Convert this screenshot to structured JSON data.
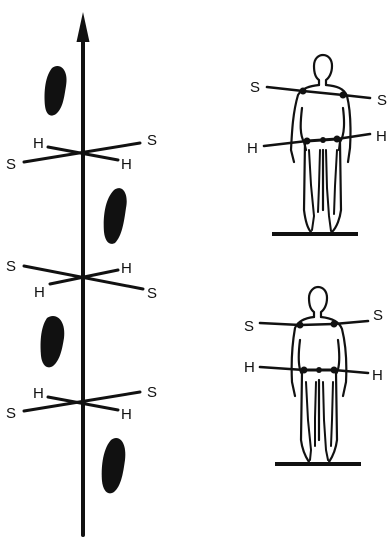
{
  "labels": {
    "shoulder": "S",
    "hip": "H"
  },
  "figures": {
    "top": {
      "shoulder_left": "S",
      "shoulder_right": "S",
      "hip_left": "H",
      "hip_right": "H"
    },
    "bottom": {
      "shoulder_left": "S",
      "shoulder_right": "S",
      "hip_left": "H",
      "hip_right": "H"
    }
  },
  "walkway": {
    "crossings": [
      {
        "upper_left": "H",
        "lower_left": "S",
        "upper_right": "S",
        "lower_right": "H"
      },
      {
        "upper_left": "S",
        "lower_left": "H",
        "upper_right": "H",
        "lower_right": "S"
      },
      {
        "upper_left": "H",
        "lower_left": "S",
        "upper_right": "S",
        "lower_right": "H"
      }
    ]
  }
}
